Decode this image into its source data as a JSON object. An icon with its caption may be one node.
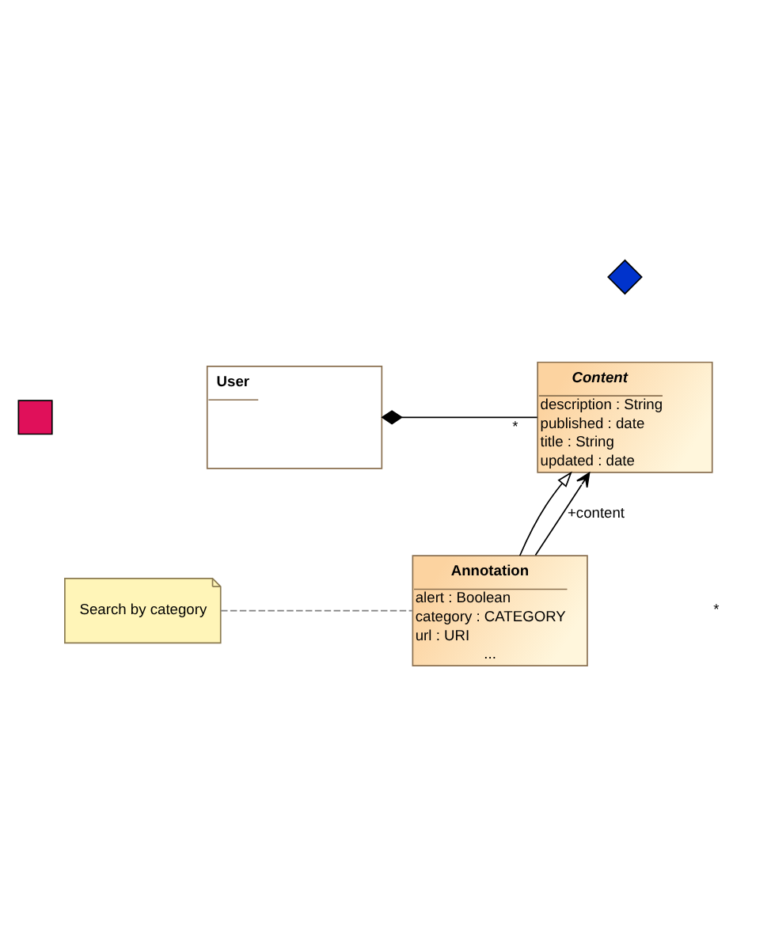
{
  "diagram": {
    "nodes": [
      {
        "text": [],
        "shape": "diamond"
      },
      {
        "text": [
          "User"
        ]
      },
      {
        "text": [
          "Content",
          "description : String",
          "published : date",
          "title : String",
          "updated : date"
        ]
      },
      {
        "text": [],
        "shape": "box"
      },
      {
        "text": [
          "Search by category"
        ]
      },
      {
        "text": [
          "Annotation",
          "alert : Boolean",
          "category : CATEGORY",
          "url : URI",
          "..."
        ]
      }
    ],
    "edges": [
      {
        "from": 1,
        "to": 2,
        "arrow": "other",
        "label": "*"
      },
      {
        "from": 5,
        "to": 2,
        "arrow": "to"
      },
      {
        "from": 5,
        "to": 2,
        "arrow": "to",
        "label": "+content"
      },
      {
        "from": 4,
        "to": 5,
        "arrow": "none",
        "style": "dashed",
        "color": "#808080"
      }
    ],
    "labels": [
      "*"
    ]
  }
}
